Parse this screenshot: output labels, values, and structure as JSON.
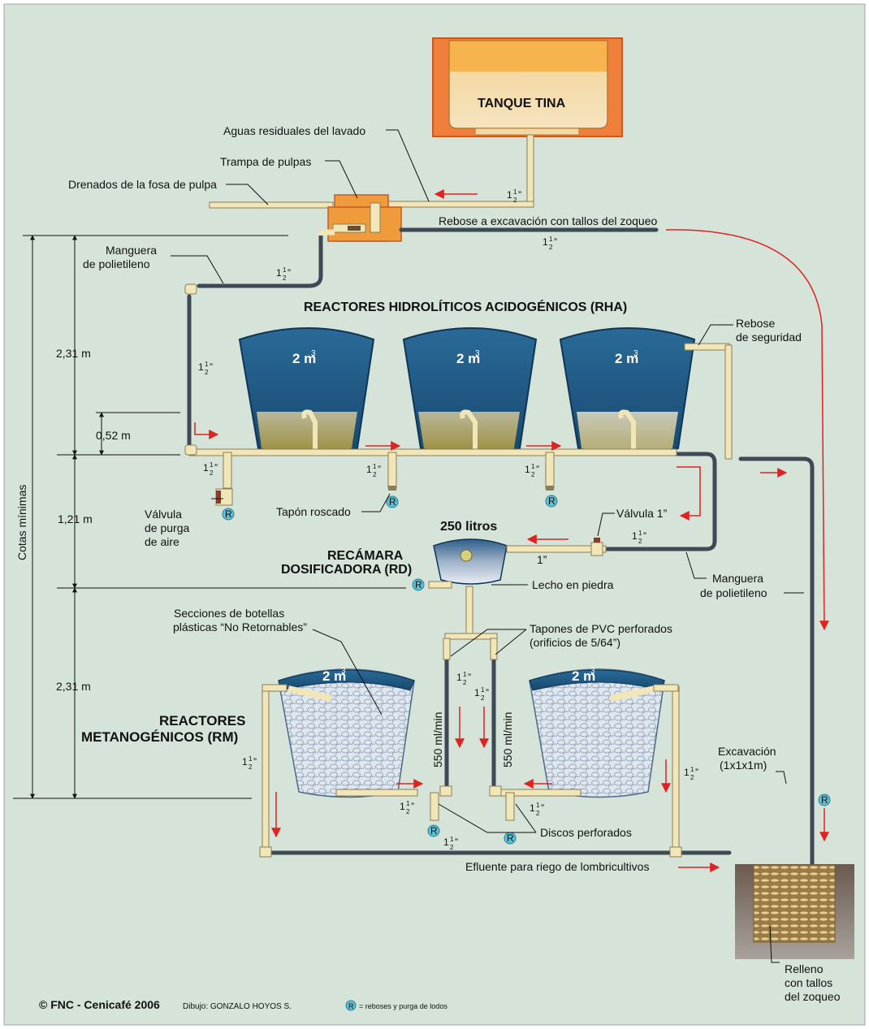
{
  "labels": {
    "tanque_tina": "TANQUE TINA",
    "aguas_residuales": "Aguas residuales del lavado",
    "trampa_pulpas": "Trampa de pulpas",
    "drenados_fosa": "Drenados de la fosa de pulpa",
    "rebose_excavacion": "Rebose a excavación con tallos del zoqueo",
    "manguera_1": "Manguera",
    "manguera_2": "de polietileno",
    "rha_title": "REACTORES HIDROLÍTICOS ACIDOGÉNICOS (RHA)",
    "rebose_seg_1": "Rebose",
    "rebose_seg_2": "de seguridad",
    "tank_vol": "2 m",
    "tank_exp": "3",
    "valvula_purga_1": "Válvula",
    "valvula_purga_2": "de purga",
    "valvula_purga_3": "de aire",
    "tapon_roscado": "Tapón roscado",
    "valvula_1": "Válvula 1”",
    "litros": "250 litros",
    "rd_1": "RECÁMARA",
    "rd_2": "DOSIFICADORA (RD)",
    "lecho_piedra": "Lecho en piedra",
    "manguera_b1": "Manguera",
    "manguera_b2": "de polietileno",
    "secciones_1": "Secciones de botellas",
    "secciones_2": "plásticas “No Retornables”",
    "tapones_1": "Tapones de PVC perforados",
    "tapones_2": "(orificios de 5/64”)",
    "rm_1": "REACTORES",
    "rm_2": "METANOGÉNICOS (RM)",
    "flow_rate": "550 ml/min",
    "excavacion_1": "Excavación",
    "excavacion_2": "(1x1x1m)",
    "discos": "Discos perforados",
    "efluente": "Efluente para riego de lombricultivos",
    "relleno_1": "Relleno",
    "relleno_2": "con tallos",
    "relleno_3": "del zoqueo",
    "cotas": "Cotas mínimas",
    "dim_231": "2,31 m",
    "dim_052": "0,52 m",
    "dim_121": "1,21 m",
    "one_inch": "1”",
    "r": "R",
    "copyright": "© FNC - Cenicafé 2006",
    "dibujo": "Dibujo: GONZALO HOYOS S.",
    "legend_r": "= reboses y purga de lodos"
  },
  "pipe_size": {
    "whole": "1",
    "num": "1",
    "den": "2",
    "mark": "”"
  },
  "colors": {
    "background": "#d5e3d8",
    "tank_blue": "#1f5a86",
    "pipe_dark": "#3d4a55",
    "pipe_light": "#f1e6b8",
    "arrow": "#e02222",
    "tina_orange": "#ef7f3b",
    "r_circle": "#5ec0d6"
  }
}
